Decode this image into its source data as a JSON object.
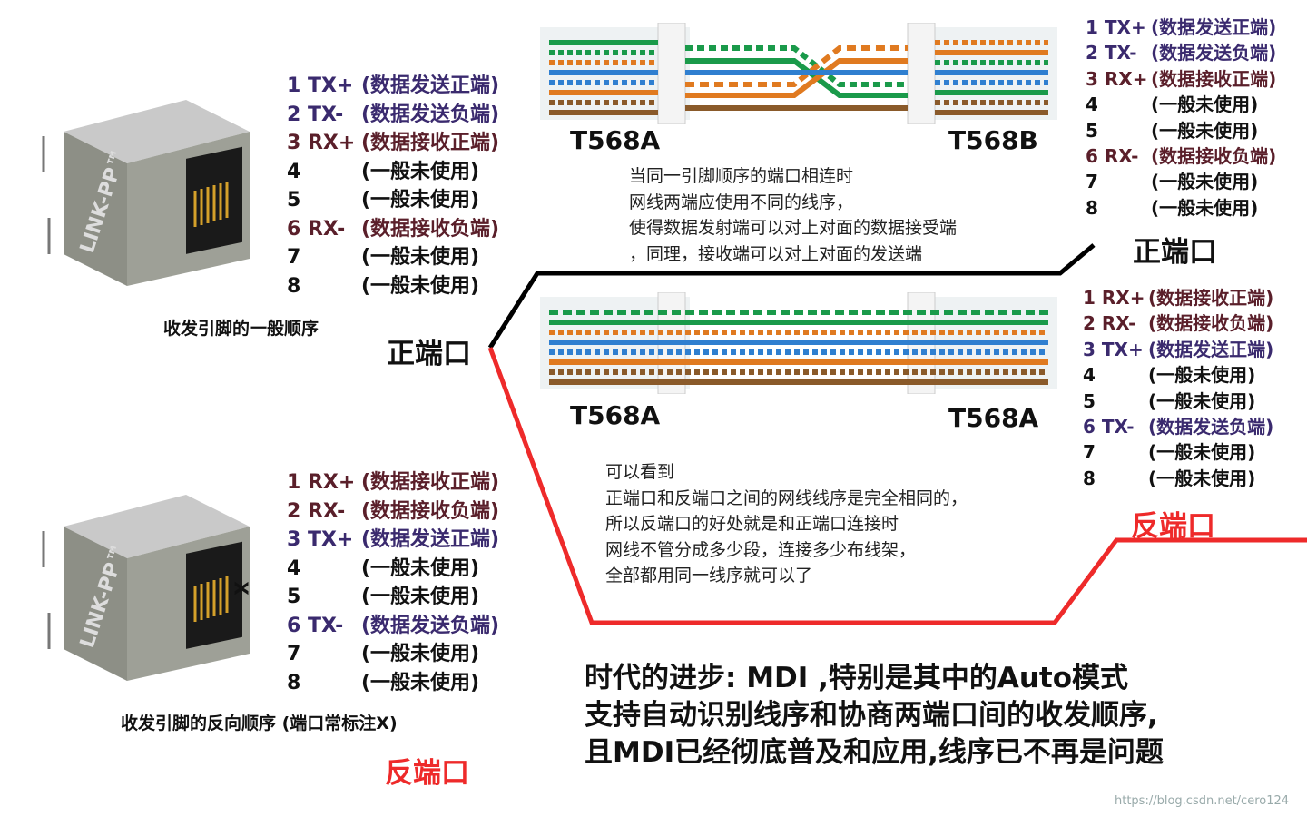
{
  "top_left_pins": [
    {
      "num": "1 TX+",
      "desc": "(数据发送正端)",
      "color": "purple"
    },
    {
      "num": "2 TX-",
      "desc": "(数据发送负端)",
      "color": "purple"
    },
    {
      "num": "3 RX+",
      "desc": "(数据接收正端)",
      "color": "brown"
    },
    {
      "num": "4",
      "desc": "(一般未使用)",
      "color": "black"
    },
    {
      "num": "5",
      "desc": "(一般未使用)",
      "color": "black"
    },
    {
      "num": "6 RX-",
      "desc": "(数据接收负端)",
      "color": "brown"
    },
    {
      "num": "7",
      "desc": "(一般未使用)",
      "color": "black"
    },
    {
      "num": "8",
      "desc": "(一般未使用)",
      "color": "black"
    }
  ],
  "bottom_left_pins": [
    {
      "num": "1 RX+",
      "desc": "(数据接收正端)",
      "color": "brown"
    },
    {
      "num": "2 RX-",
      "desc": "(数据接收负端)",
      "color": "brown"
    },
    {
      "num": "3 TX+",
      "desc": "(数据发送正端)",
      "color": "purple"
    },
    {
      "num": "4",
      "desc": "(一般未使用)",
      "color": "black"
    },
    {
      "num": "5",
      "desc": "(一般未使用)",
      "color": "black"
    },
    {
      "num": "6 TX-",
      "desc": "(数据发送负端)",
      "color": "purple"
    },
    {
      "num": "7",
      "desc": "(一般未使用)",
      "color": "black"
    },
    {
      "num": "8",
      "desc": "(一般未使用)",
      "color": "black"
    }
  ],
  "top_right_pins": [
    {
      "num": "1 TX+",
      "desc": "(数据发送正端)",
      "color": "purple"
    },
    {
      "num": "2 TX-",
      "desc": "(数据发送负端)",
      "color": "purple"
    },
    {
      "num": "3 RX+",
      "desc": "(数据接收正端)",
      "color": "brown"
    },
    {
      "num": "4",
      "desc": "(一般未使用)",
      "color": "black"
    },
    {
      "num": "5",
      "desc": "(一般未使用)",
      "color": "black"
    },
    {
      "num": "6 RX-",
      "desc": "(数据接收负端)",
      "color": "brown"
    },
    {
      "num": "7",
      "desc": "(一般未使用)",
      "color": "black"
    },
    {
      "num": "8",
      "desc": "(一般未使用)",
      "color": "black"
    }
  ],
  "mid_right_pins": [
    {
      "num": "1 RX+",
      "desc": "(数据接收正端)",
      "color": "brown"
    },
    {
      "num": "2 RX-",
      "desc": "(数据接收负端)",
      "color": "brown"
    },
    {
      "num": "3 TX+",
      "desc": "(数据发送正端)",
      "color": "purple"
    },
    {
      "num": "4",
      "desc": "(一般未使用)",
      "color": "black"
    },
    {
      "num": "5",
      "desc": "(一般未使用)",
      "color": "black"
    },
    {
      "num": "6 TX-",
      "desc": "(数据发送负端)",
      "color": "purple"
    },
    {
      "num": "7",
      "desc": "(一般未使用)",
      "color": "black"
    },
    {
      "num": "8",
      "desc": "(一般未使用)",
      "color": "black"
    }
  ],
  "labels": {
    "normal_order": "收发引脚的一般顺序",
    "reverse_order": "收发引脚的反向顺序 (端口常标注X)",
    "port_x_mark": "X",
    "jack_brand": "LINK-PP™",
    "positive_port_left": "正端口",
    "positive_port_right": "正端口",
    "reverse_port_bottom": "反端口",
    "reverse_port_right": "反端口",
    "cable1_left": "T568A",
    "cable1_right": "T568B",
    "cable2_left": "T568A",
    "cable2_right": "T568A"
  },
  "note_crossover": [
    "当同一引脚顺序的端口相连时",
    "网线两端应使用不同的线序，",
    "使得数据发射端可以对上对面的数据接受端",
    "，同理，接收端可以对上对面的发送端"
  ],
  "note_straight": [
    "可以看到",
    "正端口和反端口之间的网线线序是完全相同的，",
    "所以反端口的好处就是和正端口连接时",
    "网线不管分成多少段，连接多少布线架，",
    "全部都用同一线序就可以了"
  ],
  "conclusion": [
    "时代的进步: MDI ,特别是其中的Auto模式",
    "支持自动识别线序和协商两端口间的收发顺序,",
    "且MDI已经彻底普及和应用,线序已不再是问题"
  ],
  "watermark": "https://blog.csdn.net/cero124",
  "colors": {
    "purple_text": "#3a2a6e",
    "brown_text": "#5a1f2a",
    "positive_line": "#000000",
    "reverse_line": "#ee2a2a",
    "reverse_label": "#ee2a2a",
    "wire_green": "#1a9a4a",
    "wire_orange": "#e07a20",
    "wire_blue": "#2f7fd0",
    "wire_brown": "#8a5a2a"
  }
}
